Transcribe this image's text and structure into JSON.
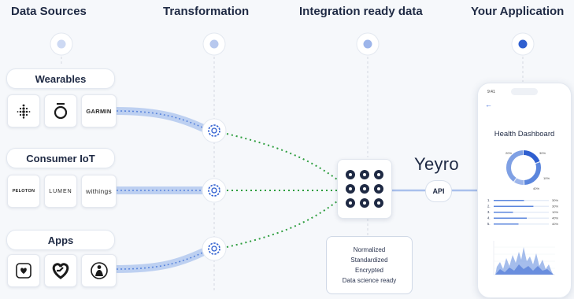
{
  "columns": [
    {
      "title": "Data Sources"
    },
    {
      "title": "Transformation"
    },
    {
      "title": "Integration ready data"
    },
    {
      "title": "Your Application"
    }
  ],
  "sources": {
    "wearables": {
      "label": "Wearables",
      "logos": [
        {
          "icon": "fitbit-logo"
        },
        {
          "icon": "oura-logo"
        },
        {
          "icon": "garmin-logo",
          "text": "GARMIN"
        }
      ]
    },
    "iot": {
      "label": "Consumer IoT",
      "logos": [
        {
          "icon": "peloton-logo",
          "text": "PELOTON"
        },
        {
          "icon": "lumen-logo",
          "text": "LUMEN"
        },
        {
          "icon": "withings-logo",
          "text": "withings"
        }
      ]
    },
    "apps": {
      "label": "Apps",
      "logos": [
        {
          "icon": "apple-health-icon"
        },
        {
          "icon": "heart-app-icon"
        },
        {
          "icon": "fitness-app-icon"
        }
      ]
    }
  },
  "integration": {
    "caption_lines": [
      "Normalized",
      "Standardized",
      "Encrypted",
      "Data science ready"
    ]
  },
  "brand": {
    "name": "Yeyro",
    "api_label": "API"
  },
  "phone": {
    "status_time": "9:41",
    "title": "Health Dashboard",
    "ring_labels": [
      "20%",
      "30%",
      "10%",
      "40%"
    ],
    "ring_fractions": [
      0.2,
      0.3,
      0.1,
      0.4
    ],
    "list": [
      {
        "label": "1.",
        "value": "30%"
      },
      {
        "label": "2.",
        "value": "30%"
      },
      {
        "label": "3.",
        "value": "10%"
      },
      {
        "label": "4.",
        "value": "40%"
      },
      {
        "label": "5.",
        "value": "40%"
      }
    ]
  },
  "colors": {
    "accent": "#2f5fd0",
    "stream": "#b9cdf0",
    "dots": "#2e9e3f",
    "node_light": "#cdd9f3",
    "node_mid": "#9db5ea",
    "node_dark": "#2f5fd0"
  }
}
